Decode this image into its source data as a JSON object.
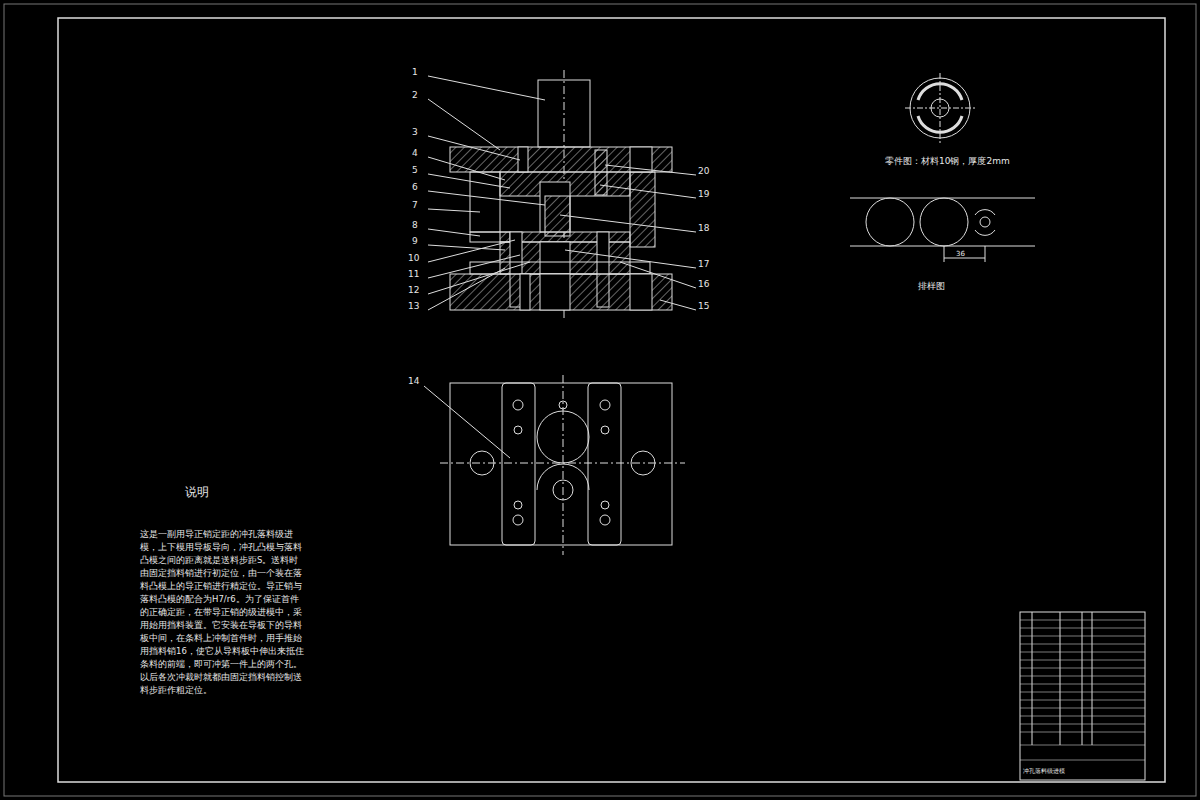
{
  "diagram": {
    "labels": [
      "1",
      "2",
      "3",
      "4",
      "5",
      "6",
      "7",
      "8",
      "9",
      "10",
      "11",
      "12",
      "13",
      "14",
      "15",
      "16",
      "17",
      "18",
      "19",
      "20",
      "零件图：材料10钢，厚度2mm",
      "排样图",
      "36",
      "说明",
      "这是一副用导正销定距的冲孔落料级进模，上下模用导板导向，冲孔凸模与落料凸模之间的距离就是送料步距S。送料时由固定挡料销进行初定位，由一个装在落料凸模上的导正销进行精定位。导正销与落料凸模的配合为H7/r6。为了保证首件的正确定距，在带导正销的级进模中，采用始用挡料装置。它安装在导板下的导料板中间，在条料上冲制首件时，用手推始用挡料销16，使它从导料板中伸出来抵住条料的前端，即可冲第一件上的两个孔。以后各次冲裁时就都由固定挡料销控制送料步距作粗定位。",
      "冲孔落料级进模"
    ]
  }
}
